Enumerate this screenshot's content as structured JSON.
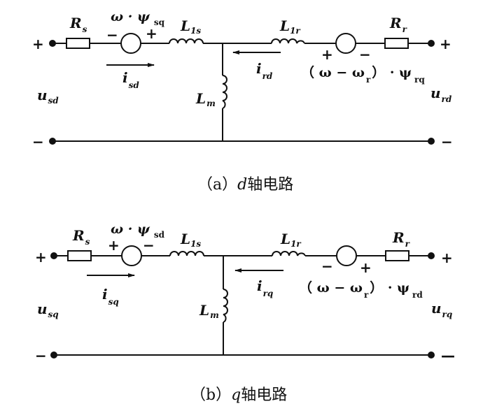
{
  "figure": {
    "circuit_a": {
      "caption": {
        "prefix": "（a）",
        "axis": "d",
        "suffix": "轴电路"
      },
      "labels": {
        "Rs": {
          "main": "R",
          "sub": "s"
        },
        "source_stator": {
          "main": "ω · ψ",
          "sub": "sq"
        },
        "L1s": {
          "main": "L",
          "sub": "1s"
        },
        "L1r": {
          "main": "L",
          "sub": "1r"
        },
        "Rr": {
          "main": "R",
          "sub": "r"
        },
        "Lm": {
          "main": "L",
          "sub": "m"
        },
        "i_stator": {
          "main": "i",
          "sub": "sd"
        },
        "i_rotor": {
          "main": "i",
          "sub": "rd"
        },
        "u_stator": {
          "main": "u",
          "sub": "sd"
        },
        "u_rotor": {
          "main": "u",
          "sub": "rd"
        },
        "source_rotor": {
          "open": "（ ω − ω",
          "sub1": "r",
          "close": "） · ψ",
          "sub2": "rq"
        }
      },
      "signs": {
        "left_top": "+",
        "left_bottom": "−",
        "right_top": "+",
        "right_bottom": "−",
        "stator_src_left": "−",
        "stator_src_right": "+",
        "rotor_src_left": "+",
        "rotor_src_right": "−"
      }
    },
    "circuit_b": {
      "caption": {
        "prefix": "（b）",
        "axis": "q",
        "suffix": "轴电路"
      },
      "labels": {
        "Rs": {
          "main": "R",
          "sub": "s"
        },
        "source_stator": {
          "main": "ω · ψ",
          "sub": "sd"
        },
        "L1s": {
          "main": "L",
          "sub": "1s"
        },
        "L1r": {
          "main": "L",
          "sub": "1r"
        },
        "Rr": {
          "main": "R",
          "sub": "r"
        },
        "Lm": {
          "main": "L",
          "sub": "m"
        },
        "i_stator": {
          "main": "i",
          "sub": "sq"
        },
        "i_rotor": {
          "main": "i",
          "sub": "rq"
        },
        "u_stator": {
          "main": "u",
          "sub": "sq"
        },
        "u_rotor": {
          "main": "u",
          "sub": "rq"
        },
        "source_rotor": {
          "open": "（ ω − ω",
          "sub1": "r",
          "close": "） · ψ",
          "sub2": "rd"
        }
      },
      "signs": {
        "left_top": "+",
        "left_bottom": "−",
        "right_top": "+",
        "right_bottom": "—",
        "stator_src_left": "+",
        "stator_src_right": "−",
        "rotor_src_left": "−",
        "rotor_src_right": "+"
      }
    }
  }
}
